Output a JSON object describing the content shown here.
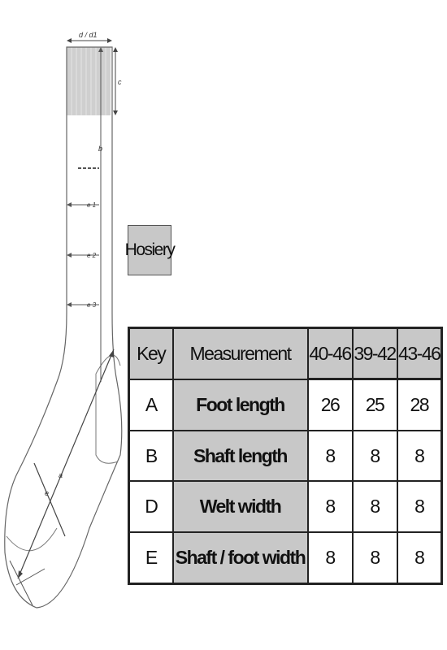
{
  "diagram": {
    "top_label": "d / d1",
    "labels": {
      "c": "c",
      "b": "b",
      "e1": "e 1",
      "e2": "e 2",
      "e3": "e 3",
      "a": "a",
      "e": "e"
    }
  },
  "category_label": "Hosiery",
  "size_table": {
    "headers": [
      "Key",
      "Measurement",
      "40-46",
      "39-42",
      "43-46"
    ],
    "rows": [
      {
        "key": "A",
        "measurement": "Foot length",
        "values": [
          "26",
          "25",
          "28"
        ]
      },
      {
        "key": "B",
        "measurement": "Shaft length",
        "values": [
          "8",
          "8",
          "8"
        ]
      },
      {
        "key": "D",
        "measurement": "Welt width",
        "values": [
          "8",
          "8",
          "8"
        ]
      },
      {
        "key": "E",
        "measurement": "Shaft / foot width",
        "values": [
          "8",
          "8",
          "8"
        ]
      }
    ]
  }
}
